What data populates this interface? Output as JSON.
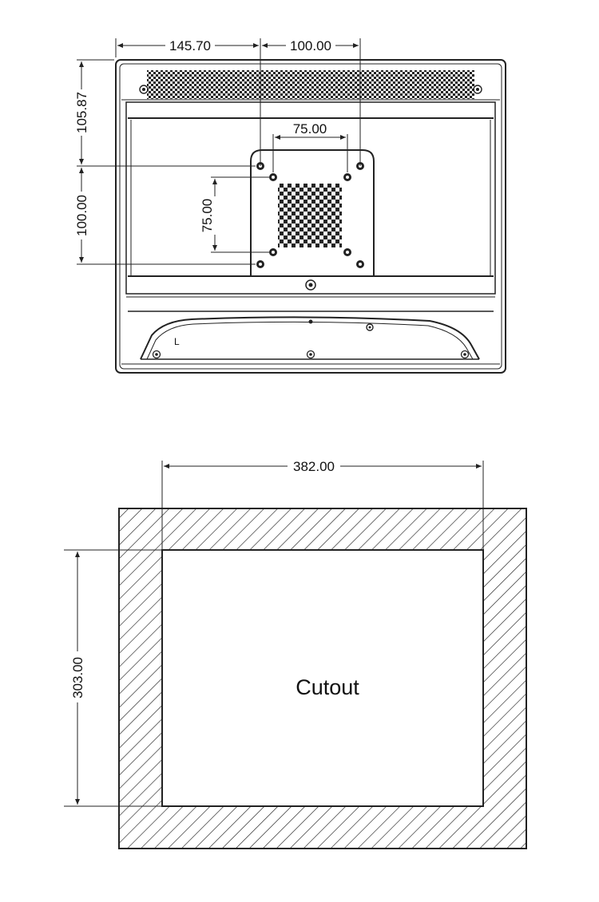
{
  "rear_view": {
    "dim_left_to_mount": "145.70",
    "dim_mount_width": "100.00",
    "dim_inner_mount_width": "75.00",
    "dim_top_to_mount": "105.87",
    "dim_mount_height": "100.00",
    "dim_inner_mount_height": "75.00",
    "corner_mark": "L"
  },
  "cutout_view": {
    "dim_cutout_width": "382.00",
    "dim_cutout_height": "303.00",
    "label": "Cutout"
  },
  "colors": {
    "line": "#222222",
    "background": "#ffffff"
  }
}
